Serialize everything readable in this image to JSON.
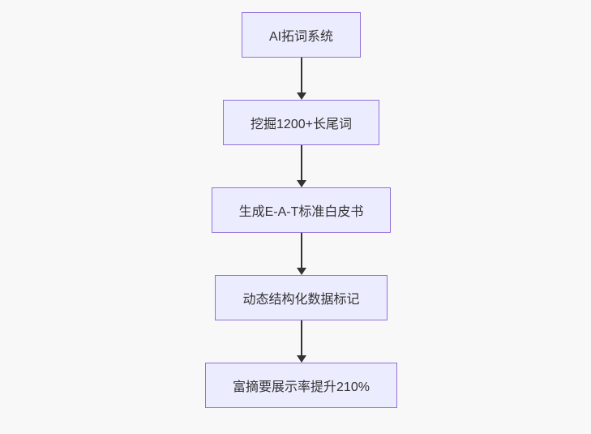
{
  "diagram": {
    "type": "flowchart-top-down",
    "colors": {
      "background": "#f8f8f8",
      "node_fill": "#ECECFF",
      "node_border": "#9370DB",
      "text": "#333333",
      "arrow": "#333333"
    },
    "nodes": [
      {
        "label": "AI拓词系统"
      },
      {
        "label": "挖掘1200+长尾词"
      },
      {
        "label": "生成E-A-T标准白皮书"
      },
      {
        "label": "动态结构化数据标记"
      },
      {
        "label": "富摘要展示率提升210%"
      }
    ],
    "edges": [
      {
        "from": 0,
        "to": 1
      },
      {
        "from": 1,
        "to": 2
      },
      {
        "from": 2,
        "to": 3
      },
      {
        "from": 3,
        "to": 4
      }
    ]
  }
}
